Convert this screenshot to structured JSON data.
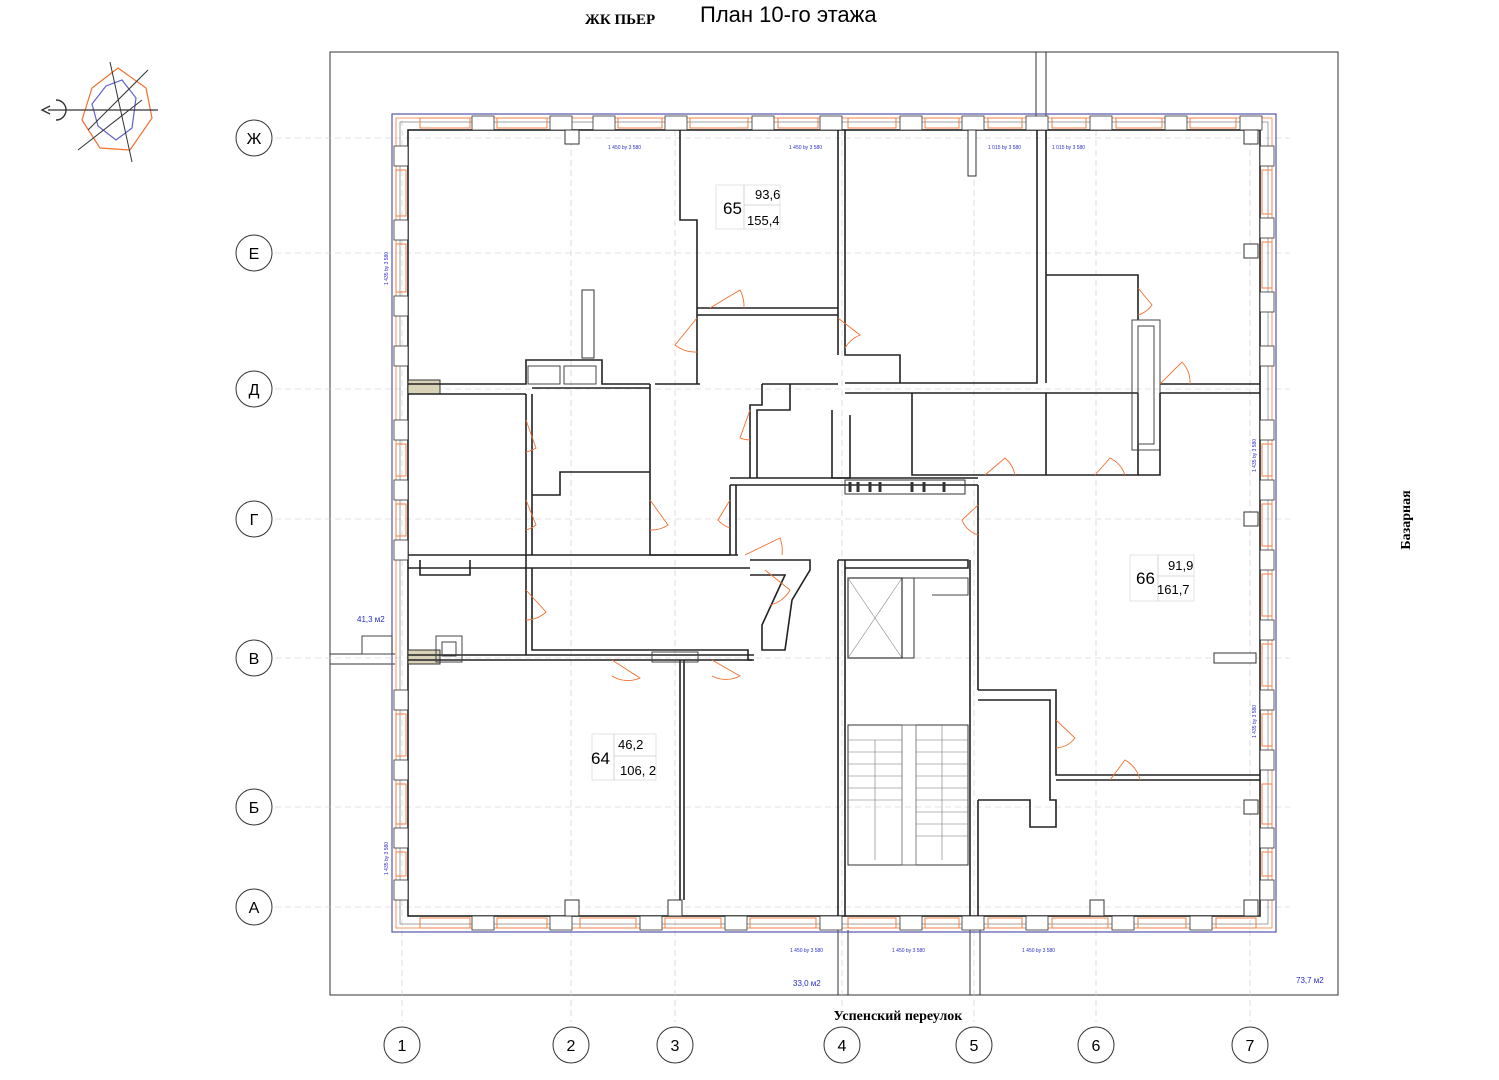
{
  "header": {
    "complex": "ЖК ПЬЕР",
    "plan": "План 10-го этажа"
  },
  "streets": {
    "bottom": "Успенский переулок",
    "right": "Базарная"
  },
  "axes": {
    "rows": [
      "Ж",
      "Е",
      "Д",
      "Г",
      "В",
      "Б",
      "А"
    ],
    "cols": [
      "1",
      "2",
      "3",
      "4",
      "5",
      "6",
      "7"
    ]
  },
  "apartments": [
    {
      "number": "65",
      "living": "93,6",
      "total": "155,4"
    },
    {
      "number": "66",
      "living": "91,9",
      "total": "161,7"
    },
    {
      "number": "64",
      "living": "46,2",
      "total": "106, 2"
    }
  ],
  "terraces": [
    "41,3 м2",
    "33,0 м2",
    "73,7 м2"
  ],
  "window_labels": {
    "h_wide": "1 450 by 3 580",
    "h_narrow": "1 015 by 3 580",
    "v": "1 435 by 3 580"
  },
  "colors": {
    "walls": "#222222",
    "windows": "#f08040",
    "doors": "#f07030",
    "annotations": "#2c2ccc",
    "grid": "#c8c8c8"
  },
  "icons": [
    "compass-rose-icon"
  ]
}
